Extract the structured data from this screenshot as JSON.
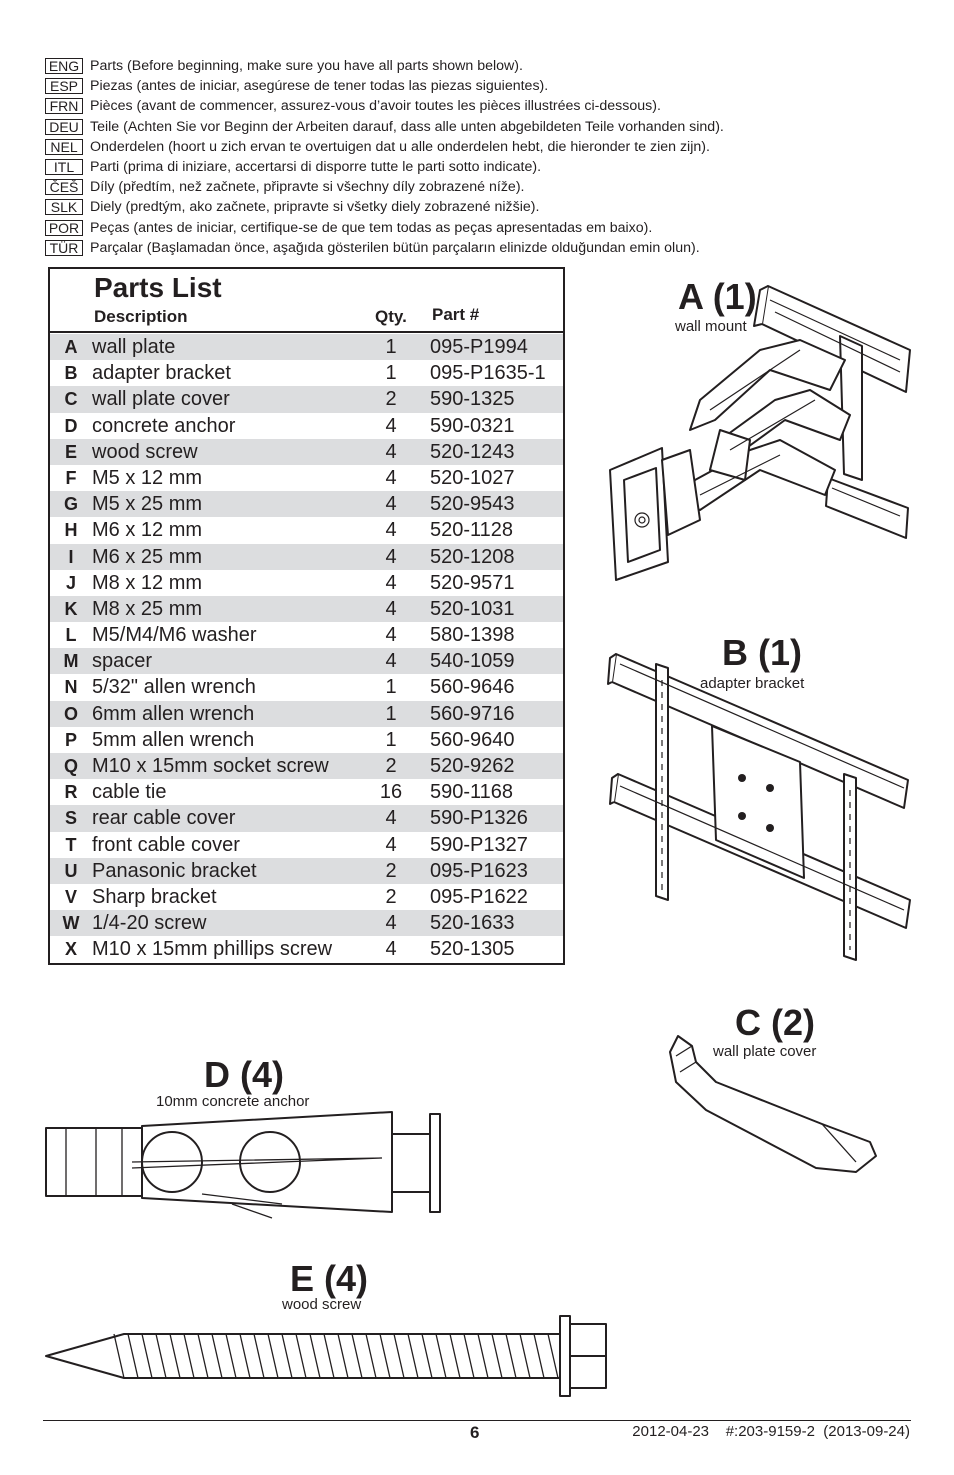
{
  "languages": [
    {
      "code": "ENG",
      "text": "Parts (Before beginning, make sure you have all parts shown below)."
    },
    {
      "code": "ESP",
      "text": "Piezas (antes de iniciar, asegúrese de tener todas las piezas siguientes)."
    },
    {
      "code": "FRN",
      "text": "Pièces (avant de commencer, assurez-vous d’avoir toutes les pièces illustrées ci-dessous)."
    },
    {
      "code": "DEU",
      "text": "Teile (Achten Sie vor Beginn der Arbeiten darauf, dass alle unten abgebildeten Teile vorhanden sind)."
    },
    {
      "code": "NEL",
      "text": "Onderdelen (hoort u zich ervan te overtuigen dat u alle onderdelen hebt, die hieronder te zien zijn)."
    },
    {
      "code": "ITL",
      "text": "Parti (prima di iniziare, accertarsi di disporre tutte le parti sotto indicate)."
    },
    {
      "code": "ČEŠ",
      "text": "Díly (předtím, než začnete, připravte si všechny díly zobrazené níže)."
    },
    {
      "code": "SLK",
      "text": "Diely (predtým, ako začnete, pripravte si všetky diely zobrazené nižšie)."
    },
    {
      "code": "POR",
      "text": "Peças (antes de iniciar, certifique-se de que tem todas as peças apresentadas em baixo)."
    },
    {
      "code": "TÜR",
      "text": "Parçalar (Başlamadan önce, aşağıda gösterilen bütün parçaların elinizde olduğundan emin olun)."
    }
  ],
  "parts_list": {
    "title": "Parts List",
    "headers": {
      "description": "Description",
      "qty": "Qty.",
      "part": "Part #"
    },
    "rows": [
      {
        "letter": "A",
        "description": "wall plate",
        "qty": "1",
        "part": "095-P1994"
      },
      {
        "letter": "B",
        "description": "adapter bracket",
        "qty": "1",
        "part": "095-P1635-1"
      },
      {
        "letter": "C",
        "description": "wall plate cover",
        "qty": "2",
        "part": "590-1325"
      },
      {
        "letter": "D",
        "description": "concrete anchor",
        "qty": "4",
        "part": "590-0321"
      },
      {
        "letter": "E",
        "description": "wood screw",
        "qty": "4",
        "part": "520-1243"
      },
      {
        "letter": "F",
        "description": "M5 x 12 mm",
        "qty": "4",
        "part": "520-1027"
      },
      {
        "letter": "G",
        "description": "M5 x 25 mm",
        "qty": "4",
        "part": "520-9543"
      },
      {
        "letter": "H",
        "description": "M6 x 12 mm",
        "qty": "4",
        "part": "520-1128"
      },
      {
        "letter": "I",
        "description": "M6 x 25 mm",
        "qty": "4",
        "part": "520-1208"
      },
      {
        "letter": "J",
        "description": "M8 x 12 mm",
        "qty": "4",
        "part": "520-9571"
      },
      {
        "letter": "K",
        "description": "M8 x 25 mm",
        "qty": "4",
        "part": "520-1031"
      },
      {
        "letter": "L",
        "description": "M5/M4/M6 washer",
        "qty": "4",
        "part": "580-1398"
      },
      {
        "letter": "M",
        "description": "spacer",
        "qty": "4",
        "part": "540-1059"
      },
      {
        "letter": "N",
        "description": "5/32\" allen wrench",
        "qty": "1",
        "part": "560-9646"
      },
      {
        "letter": "O",
        "description": "6mm allen wrench",
        "qty": "1",
        "part": "560-9716"
      },
      {
        "letter": "P",
        "description": "5mm allen wrench",
        "qty": "1",
        "part": "560-9640"
      },
      {
        "letter": "Q",
        "description": "M10 x 15mm socket screw",
        "qty": "2",
        "part": "520-9262"
      },
      {
        "letter": "R",
        "description": "cable tie",
        "qty": "16",
        "part": "590-1168"
      },
      {
        "letter": "S",
        "description": "rear cable cover",
        "qty": "4",
        "part": "590-P1326"
      },
      {
        "letter": "T",
        "description": "front cable cover",
        "qty": "4",
        "part": "590-P1327"
      },
      {
        "letter": "U",
        "description": "Panasonic bracket",
        "qty": "2",
        "part": "095-P1623"
      },
      {
        "letter": "V",
        "description": "Sharp bracket",
        "qty": "2",
        "part": "095-P1622"
      },
      {
        "letter": "W",
        "description": "1/4-20 screw",
        "qty": "4",
        "part": "520-1633"
      },
      {
        "letter": "X",
        "description": "M10 x 15mm phillips screw",
        "qty": "4",
        "part": "520-1305"
      }
    ]
  },
  "figures": {
    "A": {
      "letter": "A",
      "qty": "(1)",
      "caption": "wall mount"
    },
    "B": {
      "letter": "B",
      "qty": "(1)",
      "caption": "adapter bracket"
    },
    "C": {
      "letter": "C",
      "qty": "(2)",
      "caption": "wall plate cover"
    },
    "D": {
      "letter": "D",
      "qty": "(4)",
      "caption": "10mm concrete anchor"
    },
    "E": {
      "letter": "E",
      "qty": "(4)",
      "caption": "wood screw"
    }
  },
  "footer": {
    "page_number": "6",
    "doc_info": "2012-04-23    #:203-9159-2  (2013-09-24)"
  }
}
